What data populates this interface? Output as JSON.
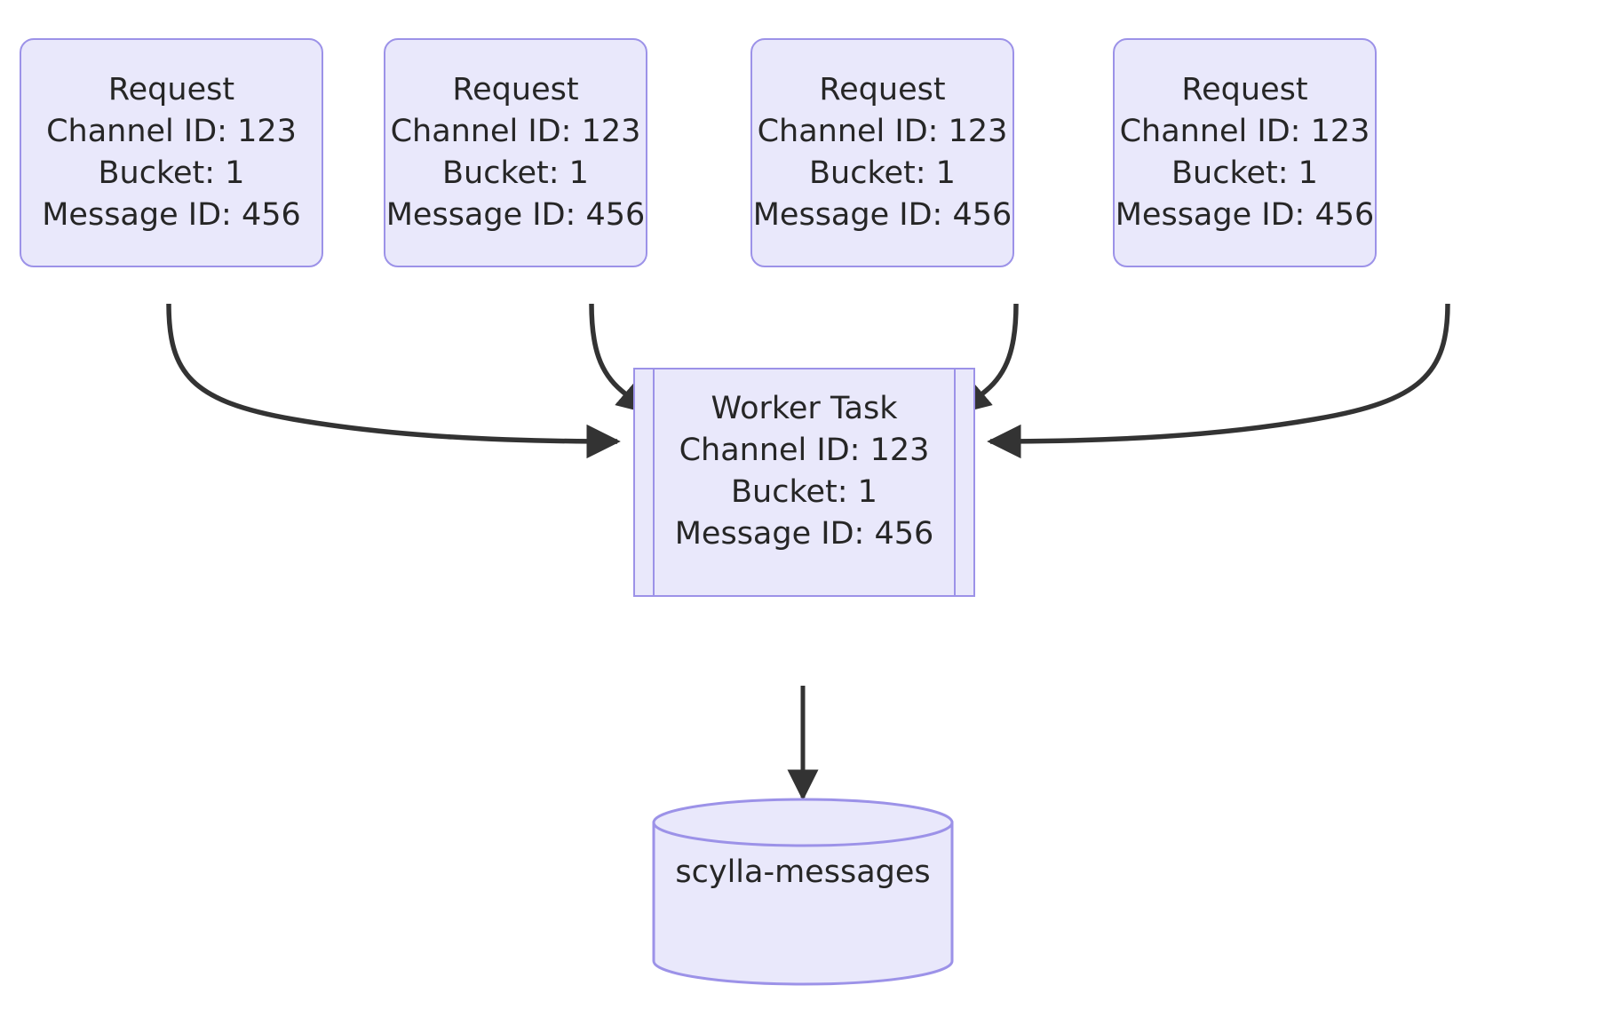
{
  "diagram": {
    "type": "flowchart",
    "direction": "top-down",
    "background_color": "#ffffff",
    "node_fill_color": "#e9e8fb",
    "node_border_color": "#9c92e8",
    "text_color": "#262626",
    "edge_color": "#333333"
  },
  "nodes": {
    "requests": [
      {
        "id": "request-1",
        "shape": "rounded-rectangle",
        "lines": [
          "Request",
          "Channel ID: 123",
          "Bucket: 1",
          "Message ID: 456"
        ]
      },
      {
        "id": "request-2",
        "shape": "rounded-rectangle",
        "lines": [
          "Request",
          "Channel ID: 123",
          "Bucket: 1",
          "Message ID: 456"
        ]
      },
      {
        "id": "request-3",
        "shape": "rounded-rectangle",
        "lines": [
          "Request",
          "Channel ID: 123",
          "Bucket: 1",
          "Message ID: 456"
        ]
      },
      {
        "id": "request-4",
        "shape": "rounded-rectangle",
        "lines": [
          "Request",
          "Channel ID: 123",
          "Bucket: 1",
          "Message ID: 456"
        ]
      }
    ],
    "worker": {
      "id": "worker-task",
      "shape": "subroutine",
      "lines": [
        "Worker Task",
        "Channel ID: 123",
        "Bucket: 1",
        "Message ID: 456"
      ]
    },
    "database": {
      "id": "scylla-messages",
      "shape": "cylinder",
      "label": "scylla-messages"
    }
  },
  "edges": [
    {
      "from": "request-1",
      "to": "worker-task",
      "style": "curved",
      "arrowhead": "filled-triangle"
    },
    {
      "from": "request-2",
      "to": "worker-task",
      "style": "curved",
      "arrowhead": "filled-triangle"
    },
    {
      "from": "request-3",
      "to": "worker-task",
      "style": "curved",
      "arrowhead": "filled-triangle"
    },
    {
      "from": "request-4",
      "to": "worker-task",
      "style": "curved",
      "arrowhead": "filled-triangle"
    },
    {
      "from": "worker-task",
      "to": "scylla-messages",
      "style": "straight",
      "arrowhead": "filled-triangle"
    }
  ]
}
